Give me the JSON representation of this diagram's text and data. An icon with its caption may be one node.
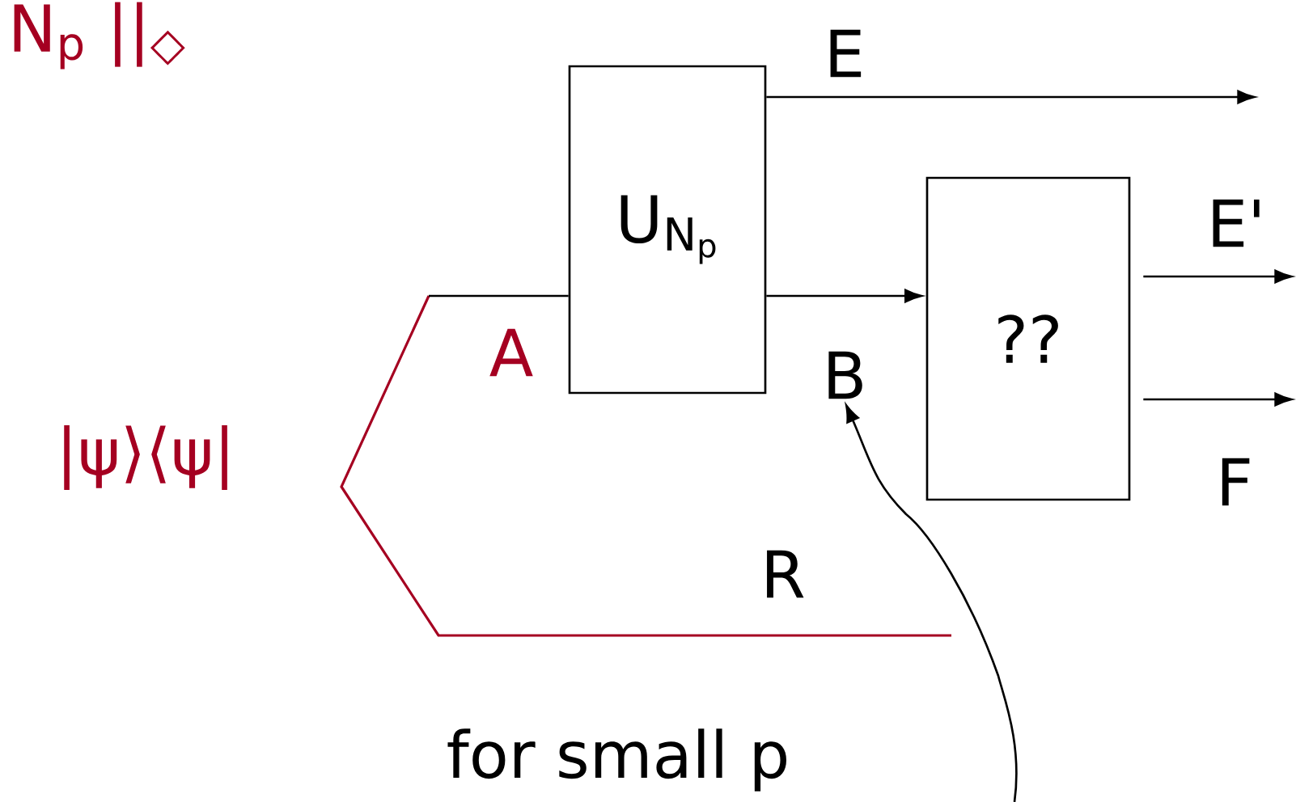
{
  "diagram": {
    "nodes": [
      {
        "text": [
          "\\mathsf{U}_{\\mathsf{N}_{\\mathsf{p}}}"
        ]
      },
      {
        "text": [
          "??"
        ]
      },
      {
        "text": [
          "B"
        ]
      }
    ],
    "edges": [
      {
        "from": null,
        "to": 0,
        "arrow": "none"
      },
      {
        "from": 0,
        "to": 1,
        "arrow": "to"
      },
      {
        "from": 0,
        "to": null,
        "arrow": "to",
        "label": "E"
      },
      {
        "from": 1,
        "to": null,
        "arrow": "to",
        "label": "E'"
      },
      {
        "from": 1,
        "to": null,
        "arrow": "to",
        "label": "F"
      },
      {
        "from": null,
        "to": 2,
        "arrow": "to"
      }
    ],
    "labels": [
      "N$_{p}$ ||$_{◇}$",
      "A",
      "|ψ⟩⟨ψ|",
      "R",
      "for small p"
    ]
  }
}
